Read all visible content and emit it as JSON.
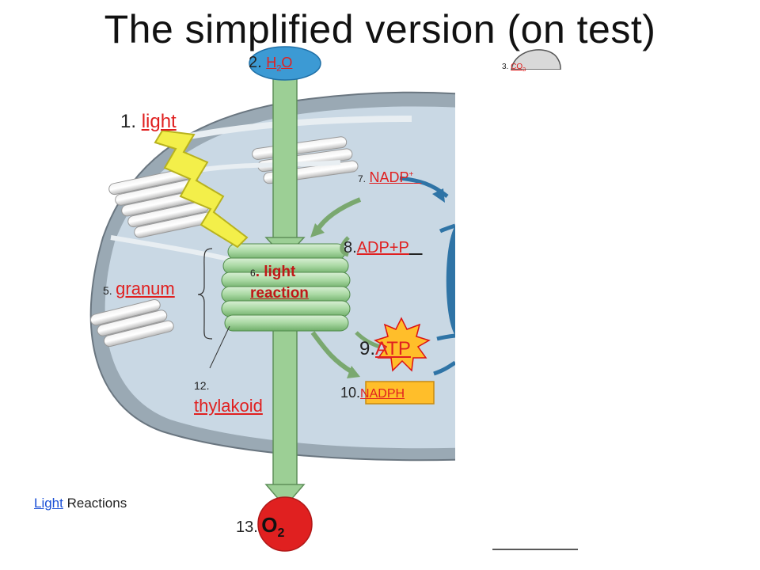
{
  "title": "The simplified version (on test)",
  "labels": {
    "l1_num": "1.",
    "l1_text": "light",
    "l2_num": "2.",
    "l2_text": "H",
    "l2_sub": "2",
    "l2_text2": "O",
    "l3_num": "3.",
    "l3_text": "CO",
    "l3_sub": "2",
    "l5_num": "5.",
    "l5_text": "granum",
    "l6_num": "6",
    "l6_text_a": ". light",
    "l6_text_b": "reaction",
    "l7_num": "7.",
    "l7_text": "NADP",
    "l7_sup": "+",
    "l8_num": "8.",
    "l8_text": "ADP+P",
    "l9_num": "9.",
    "l9_text": "ATP",
    "l10_num": "10.",
    "l10_text": "NADPH",
    "l12_num": "12.",
    "l12_text": "thylakoid",
    "l13_num": "13.",
    "l13_text": "O",
    "l13_sub": "2"
  },
  "footer": {
    "link": "Light",
    "rest": " Reactions"
  },
  "colors": {
    "accent_red": "#e02020",
    "stroma": "#c9d8e4",
    "thylakoid": "#a6d3a0",
    "stem": "#9ccf95",
    "water": "#3c9ad4",
    "oxygen": "#e02020",
    "cycle": "#2f74a6",
    "atp": "#ffbe2a"
  }
}
